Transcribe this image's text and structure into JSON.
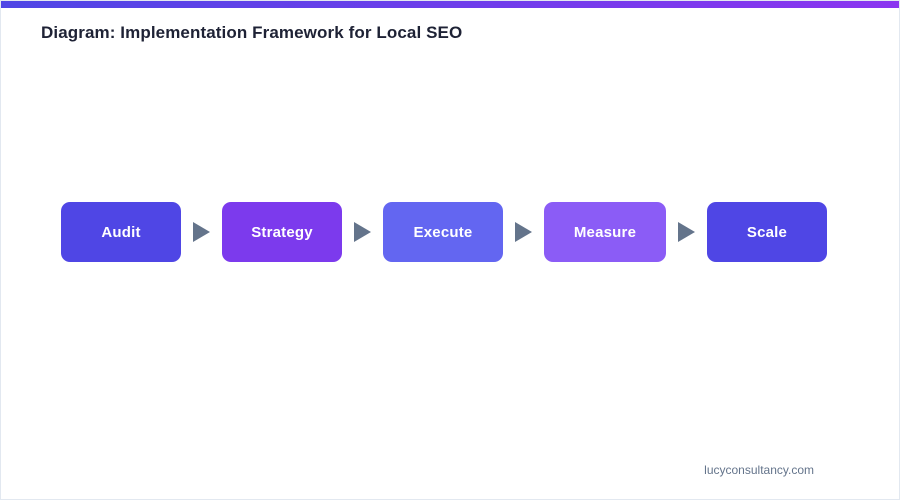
{
  "slide": {
    "title": "Diagram: Implementation Framework for Local SEO",
    "footer": "lucyconsultancy.com",
    "accent_gradient_start": "#4f46e5",
    "accent_gradient_end": "#8b35f0",
    "background": "#ffffff",
    "border_color": "#e2e8f0",
    "title_color": "#1e2235",
    "footer_color": "#64748b"
  },
  "diagram": {
    "type": "linear-process-flow",
    "connector": {
      "glyph": "triangle-right",
      "color": "#64748b"
    },
    "nodes": [
      {
        "label": "Audit",
        "color": "#4f46e5",
        "text_color": "#ffffff",
        "width": 120
      },
      {
        "label": "Strategy",
        "color": "#7c3aed",
        "text_color": "#ffffff",
        "width": 120
      },
      {
        "label": "Execute",
        "color": "#6366f1",
        "text_color": "#ffffff",
        "width": 120
      },
      {
        "label": "Measure",
        "color": "#8b5cf6",
        "text_color": "#ffffff",
        "width": 122
      },
      {
        "label": "Scale",
        "color": "#4f46e5",
        "text_color": "#ffffff",
        "width": 120
      }
    ]
  }
}
